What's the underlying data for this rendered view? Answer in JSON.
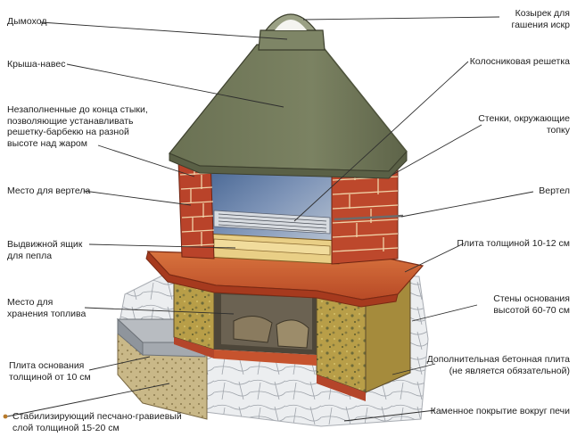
{
  "labels": {
    "chimney": "Дымоход",
    "spark_hood": "Козырек для\nгашения искр",
    "roof": "Крыша-навес",
    "grate": "Колосниковая решетка",
    "gaps": "Незаполненные до конца стыки,\nпозволяющие устанавливать\nрешетку-барбекю на разной\nвысоте над жаром",
    "firebox_walls": "Стенки, окружающие\nтопку",
    "spit_place": "Место для вертела",
    "spit": "Вертел",
    "ash_drawer": "Выдвижной ящик\nдля пепла",
    "slab": "Плита толщиной 10-12 см",
    "fuel_storage": "Место для\nхранения топлива",
    "base_walls": "Стены основания\nвысотой 60-70 см",
    "base_slab": "Плита основания\nтолщиной от 10 см",
    "concrete_slab": "Дополнительная бетонная плита\n(не является обязательной)",
    "sand_gravel": "Стабилизирующий песчано-гравиевый\nслой толщиной 15-20 см",
    "stone_cover": "Каменное покрытие вокруг печи"
  },
  "colors": {
    "roof": "#727a5a",
    "brick": "#b8442a",
    "slab": "#c55a2e",
    "stone_fill": "#b8a24e",
    "firebox": "#6f86aa",
    "paving": "#e9eaec"
  }
}
